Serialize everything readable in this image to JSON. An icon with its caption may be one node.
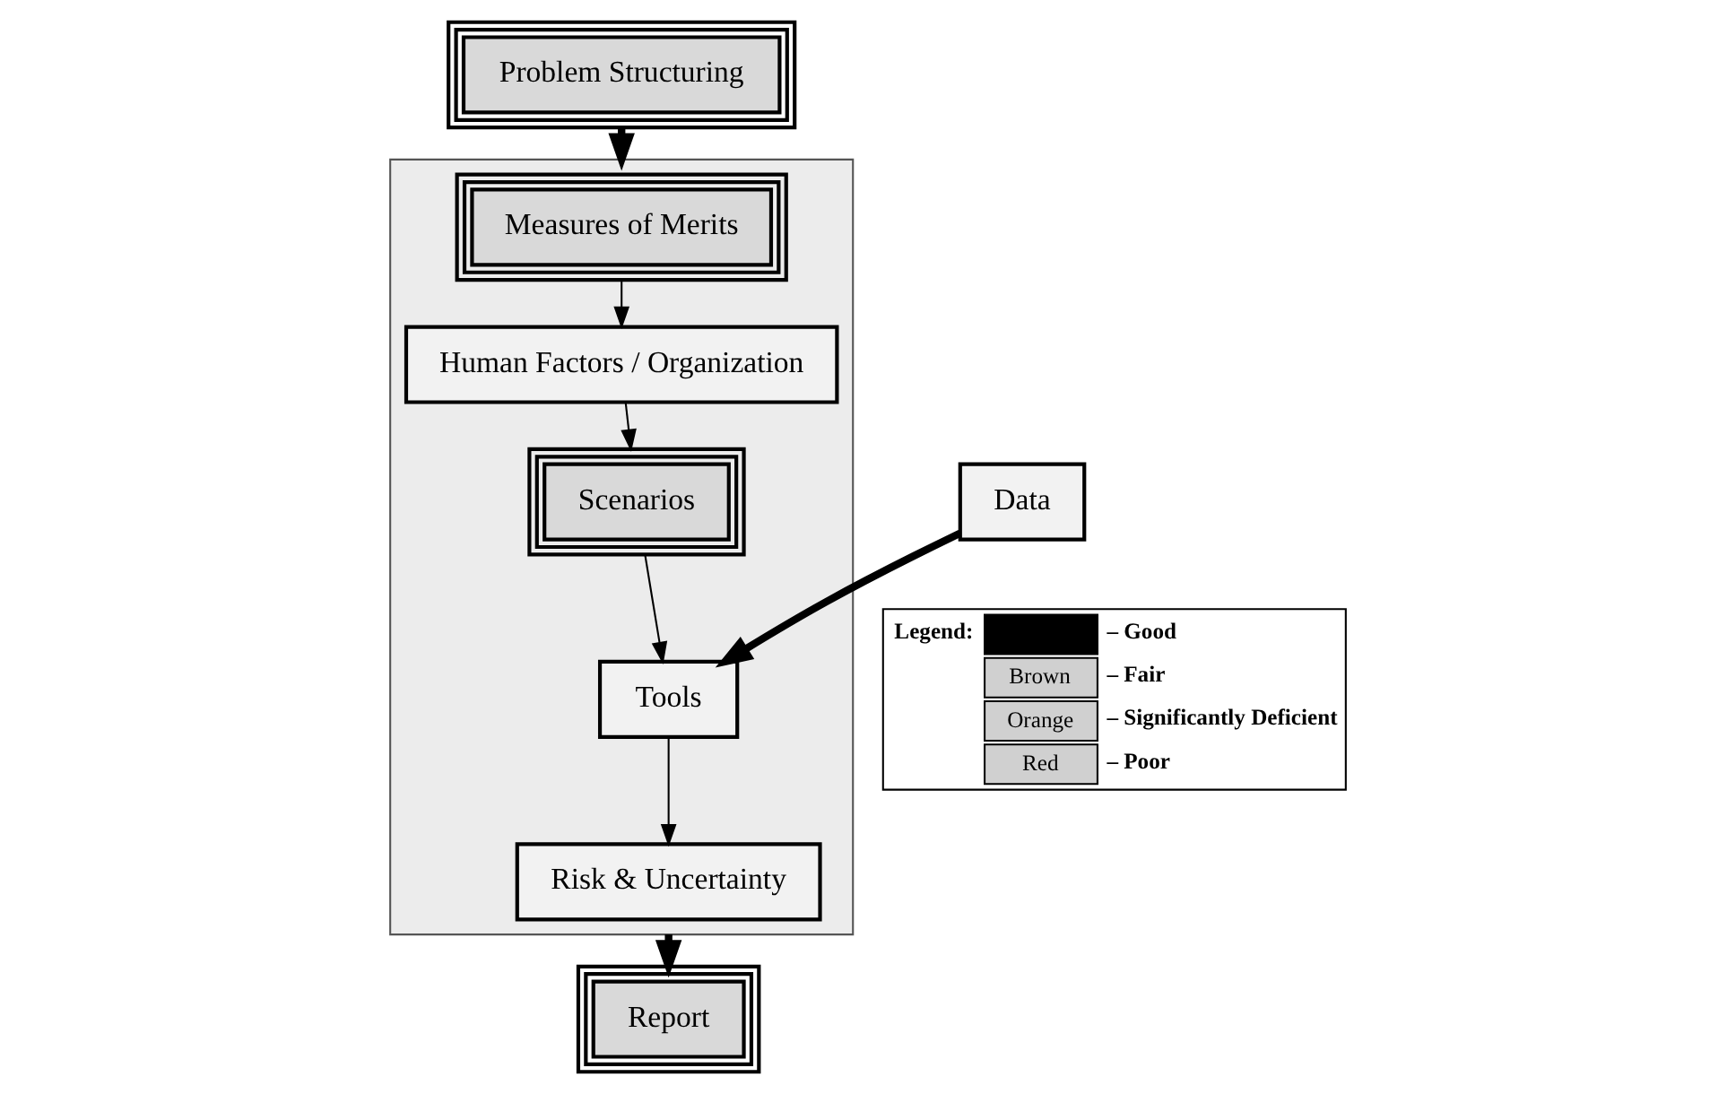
{
  "diagram": {
    "nodes": [
      {
        "text": [
          "Problem Structuring"
        ]
      },
      {
        "text": [],
        "shape": "box"
      },
      {
        "text": [
          "Measures of Merits"
        ],
        "in": 1
      },
      {
        "text": [
          "Human Factors / Organization"
        ],
        "in": 1
      },
      {
        "text": [
          "Scenarios"
        ],
        "in": 1
      },
      {
        "text": [
          "Tools"
        ],
        "in": 1
      },
      {
        "text": [
          "Risk & Uncertainty"
        ],
        "in": 1
      },
      {
        "text": [
          "Data"
        ]
      },
      {
        "text": [
          "Report"
        ]
      }
    ],
    "edges": [
      {
        "from": 0,
        "to": 1,
        "arrow": "to",
        "style": "thick"
      },
      {
        "from": 2,
        "to": 3,
        "arrow": "to"
      },
      {
        "from": 3,
        "to": 4,
        "arrow": "to"
      },
      {
        "from": 4,
        "to": 5,
        "arrow": "to"
      },
      {
        "from": 5,
        "to": 6,
        "arrow": "to"
      },
      {
        "from": 7,
        "to": 5,
        "arrow": "to",
        "style": "thick"
      },
      {
        "from": 1,
        "to": 8,
        "arrow": "to",
        "style": "thick"
      }
    ],
    "labels": [
      "Legend:",
      "Brown",
      "Orange",
      "Red"
    ],
    "legend": [
      {
        "text": "– Good",
        "color": "#000000"
      },
      {
        "text": "– Fair"
      },
      {
        "text": "– Significantly Deficient"
      },
      {
        "text": "– Poor"
      }
    ]
  }
}
